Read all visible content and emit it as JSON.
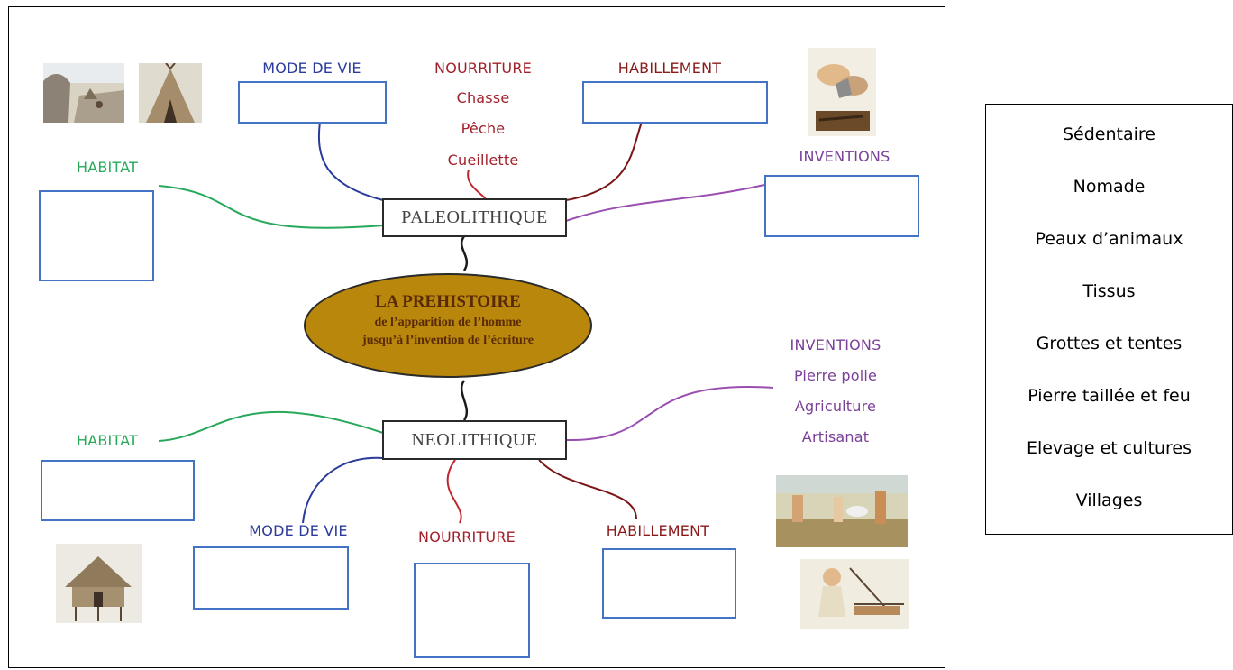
{
  "center": {
    "title": "LA PREHISTOIRE",
    "line1": "de l’apparition de l’homme",
    "line2": "jusqu’à l’invention de l’écriture"
  },
  "paleolithique": {
    "node": "PALEOLITHIQUE",
    "mode_de_vie": "MODE DE VIE",
    "nourriture": "NOURRITURE",
    "nourriture_items": [
      "Chasse",
      "Pêche",
      "Cueillette"
    ],
    "habillement": "HABILLEMENT",
    "habitat": "HABITAT",
    "inventions": "INVENTIONS"
  },
  "neolithique": {
    "node": "NEOLITHIQUE",
    "habitat": "HABITAT",
    "mode_de_vie": "MODE DE VIE",
    "nourriture": "NOURRITURE",
    "habillement": "HABILLEMENT",
    "inventions": "INVENTIONS",
    "inventions_items": [
      "Pierre polie",
      "Agriculture",
      "Artisanat"
    ]
  },
  "word_bank": [
    "Sédentaire",
    "Nomade",
    "Peaux d’animaux",
    "Tissus",
    "Grottes et tentes",
    "Pierre taillée et feu",
    "Elevage et cultures",
    "Villages"
  ],
  "colors": {
    "mode_de_vie": "#2b3b9c",
    "nourriture": "#c0262e",
    "habillement": "#7a1416",
    "habitat": "#27a85a",
    "inventions": "#9a4fb0",
    "answer_box": "#4472c4",
    "ellipse": "#b8870b"
  }
}
